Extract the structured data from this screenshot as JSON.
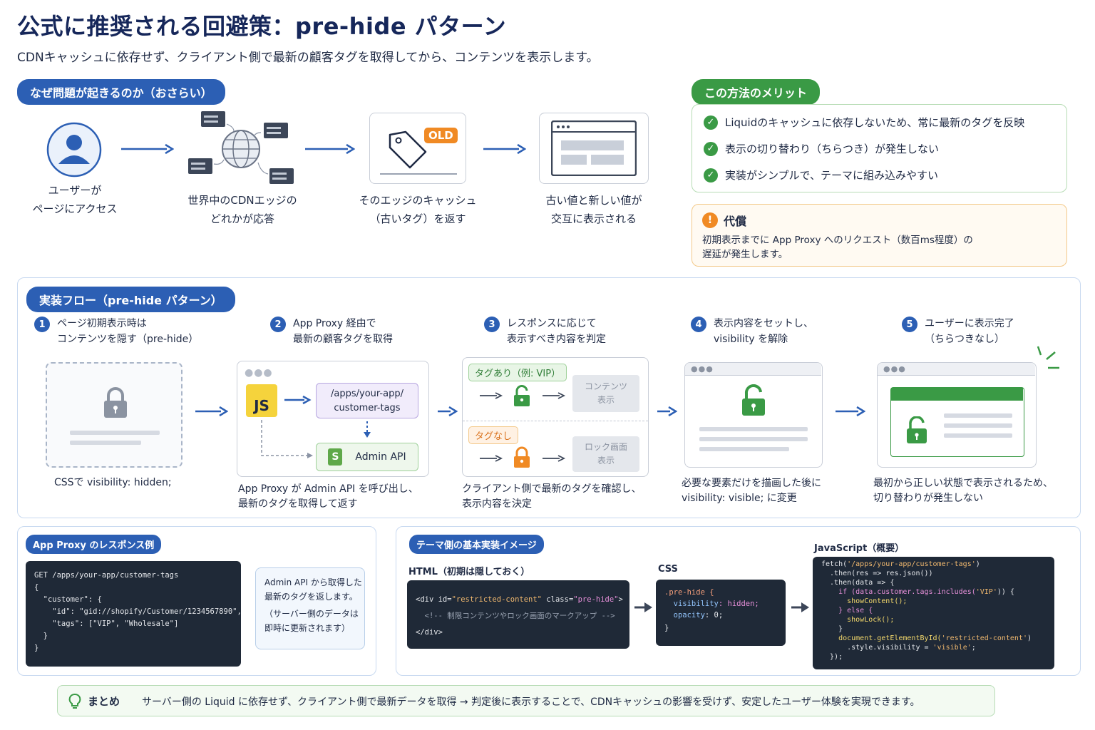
{
  "title": "公式に推奨される回避策：pre-hide パターン",
  "subtitle": "CDNキャッシュに依存せず、クライアント側で最新の顧客タグを取得してから、コンテンツを表示します。",
  "why": {
    "pill": "なぜ問題が起きるのか（おさらい）",
    "steps": [
      {
        "line1": "ユーザーが",
        "line2": "ページにアクセス"
      },
      {
        "line1": "世界中のCDNエッジの",
        "line2": "どれかが応答"
      },
      {
        "line1": "そのエッジのキャッシュ",
        "line2": "（古いタグ）を返す"
      },
      {
        "line1": "古い値と新しい値が",
        "line2": "交互に表示される"
      }
    ],
    "old_badge": "OLD"
  },
  "merits": {
    "pill": "この方法のメリット",
    "items": [
      "Liquidのキャッシュに依存しないため、常に最新のタグを反映",
      "表示の切り替わり（ちらつき）が発生しない",
      "実装がシンプルで、テーマに組み込みやすい"
    ]
  },
  "cost": {
    "title": "代償",
    "line1": "初期表示までに App Proxy へのリクエスト（数百ms程度）の",
    "line2": "遅延が発生します。"
  },
  "flow": {
    "pill": "実装フロー（pre-hide パターン）",
    "steps": [
      {
        "num": "1",
        "line1": "ページ初期表示時は",
        "line2": "コンテンツを隠す（pre-hide）"
      },
      {
        "num": "2",
        "line1": "App Proxy 経由で",
        "line2": "最新の顧客タグを取得"
      },
      {
        "num": "3",
        "line1": "レスポンスに応じて",
        "line2": "表示すべき内容を判定"
      },
      {
        "num": "4",
        "line1": "表示内容をセットし、",
        "line2": "visibility を解除"
      },
      {
        "num": "5",
        "line1": "ユーザーに表示完了",
        "line2": "（ちらつきなし）"
      }
    ],
    "descs": [
      {
        "line1": "CSSで  visibility: hidden;",
        "line2": ""
      },
      {
        "line1": "App Proxy が Admin API を呼び出し、",
        "line2": "最新のタグを取得して返す"
      },
      {
        "line1": "クライアント側で最新のタグを確認し、",
        "line2": "表示内容を決定"
      },
      {
        "line1": "必要な要素だけを描画した後に",
        "line2": "visibility: visible; に変更"
      },
      {
        "line1": "最初から正しい状態で表示されるため、",
        "line2": "切り替わりが発生しない"
      }
    ],
    "js_label": "JS",
    "proxy_path_1": "/apps/your-app/",
    "proxy_path_2": "customer-tags",
    "admin_api": "Admin API",
    "tag_yes": "タグあり（例: VIP）",
    "tag_no": "タグなし",
    "content_show_1": "コンテンツ",
    "content_show_2": "表示",
    "lock_show_1": "ロック画面",
    "lock_show_2": "表示"
  },
  "proxy_response": {
    "pill": "App Proxy のレスポンス例",
    "code_lines": [
      "GET /apps/your-app/customer-tags",
      "{",
      "  \"customer\": {",
      "    \"id\": \"gid://shopify/Customer/1234567890\",",
      "    \"tags\": [\"VIP\", \"Wholesale\"]",
      "  }",
      "}"
    ],
    "note_line1": "Admin API から取得した",
    "note_line2": "最新のタグを返します。",
    "note_line3": "（サーバー側のデータは",
    "note_line4": "即時に更新されます）"
  },
  "theme": {
    "pill": "テーマ側の基本実装イメージ",
    "html_label": "HTML（初期は隠しておく）",
    "css_label": "CSS",
    "js_label": "JavaScript（概要）",
    "html_code": {
      "l1_a": "<div id=",
      "l1_b": "\"restricted-content\"",
      "l1_c": " class=",
      "l1_d": "\"pre-hide\"",
      "l1_e": ">",
      "l2": "  <!-- 制限コンテンツやロック画面のマークアップ -->",
      "l3": "</div>"
    },
    "css_code": {
      "l1": ".pre-hide {",
      "l2_a": "  visibility",
      "l2_b": ": hidden;",
      "l3_a": "  opacity",
      "l3_b": ": 0;",
      "l4": "}"
    },
    "js_code": {
      "l1_a": "fetch(",
      "l1_b": "'/apps/your-app/customer-tags'",
      "l1_c": ")",
      "l2": "  .then(res => res.json())",
      "l3": "  .then(data => {",
      "l4_a": "    if (data.customer.tags.includes(",
      "l4_b": "'VIP'",
      "l4_c": ")) {",
      "l5": "      showContent();",
      "l6": "    } else {",
      "l7": "      showLock();",
      "l8": "    }",
      "l9_a": "    document.getElementById(",
      "l9_b": "'restricted-content'",
      "l9_c": ")",
      "l10_a": "      .style.visibility = ",
      "l10_b": "'visible'",
      "l10_c": ";",
      "l11": "  });"
    }
  },
  "summary": {
    "label": "まとめ",
    "text": "サーバー側の Liquid に依存せず、クライアント側で最新データを取得  →  判定後に表示することで、CDNキャッシュの影響を受けず、安定したユーザー体験を実現できます。"
  },
  "colors": {
    "primary_blue": "#2c5fb4",
    "green": "#3a9a45",
    "orange": "#f08a24",
    "navy": "#16275a"
  }
}
